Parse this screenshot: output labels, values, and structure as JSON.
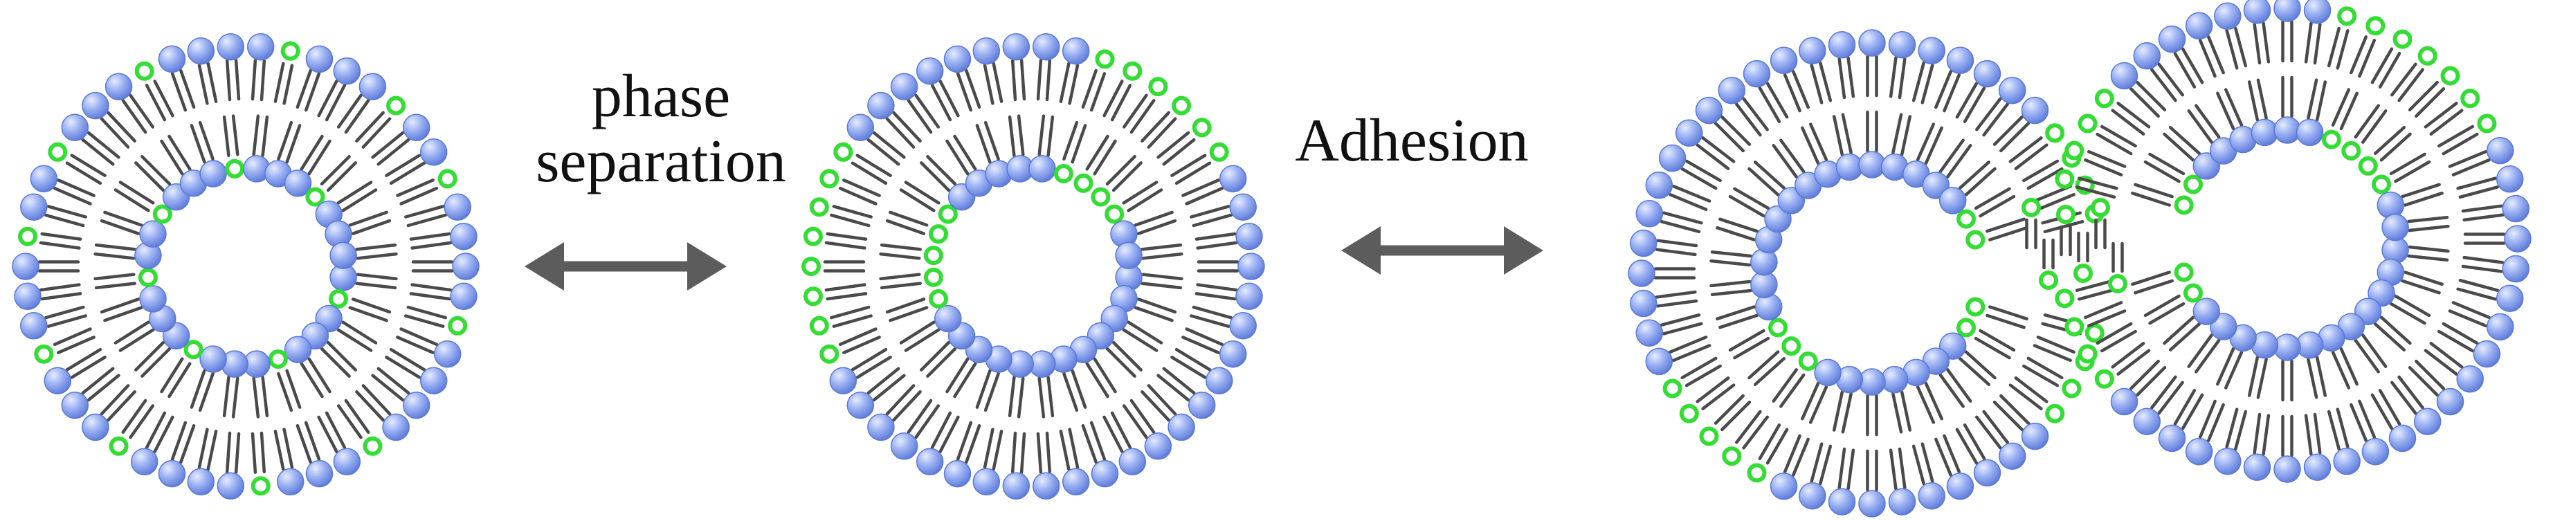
{
  "labels": {
    "phase_line1": "phase",
    "phase_line2": "separation",
    "adhesion": "Adhesion"
  },
  "arrows": [
    {
      "name": "phase-separation-arrow",
      "direction": "bidirectional"
    },
    {
      "name": "adhesion-arrow",
      "direction": "bidirectional"
    }
  ],
  "colors": {
    "lipid_head_blue": "#8fa8f0",
    "lipid_head_blue_dark": "#5a78d8",
    "lipid_head_green": "#33dd33",
    "lipid_tail": "#4a4a4a",
    "arrow": "#5c5c5c"
  },
  "vesicles": [
    {
      "name": "mixed-vesicle",
      "green_distribution": "scattered"
    },
    {
      "name": "phase-separated-vesicle",
      "green_distribution": "domain"
    },
    {
      "name": "adhered-vesicle-pair",
      "green_distribution": "contact-zone"
    }
  ]
}
